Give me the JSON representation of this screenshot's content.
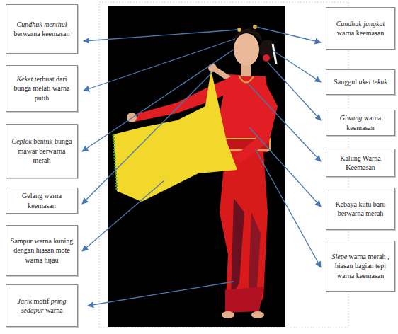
{
  "diagram": {
    "nodes": [
      {
        "text": [
          "Cundhuk menthul berwarna keemasan"
        ]
      },
      {
        "text": [
          "Keket terbuat dari bunga melati warna putih"
        ]
      },
      {
        "text": [
          "Ceplok bentuk bunga mawar berwarna merah"
        ]
      },
      {
        "text": [
          "Gelang warna keemasan"
        ]
      },
      {
        "text": [
          "Sampur warna kuning dengan hiasan mote warna hijau"
        ]
      },
      {
        "text": [
          "Jarik motif pring sedapur warna"
        ]
      },
      {
        "text": [
          "Cundhuk jungkat warna keemasan"
        ]
      },
      {
        "text": [
          "Sanggul ukel tekuk"
        ]
      },
      {
        "text": [
          "Giwang warna keemasan"
        ]
      },
      {
        "text": [
          "Kalung Warna Keemasan"
        ]
      },
      {
        "text": [
          "Kebaya kutu baru berwarna merah"
        ]
      },
      {
        "text": [
          "Slepe warna merah , hiasan bagian tepi warna keemasan"
        ]
      }
    ]
  }
}
